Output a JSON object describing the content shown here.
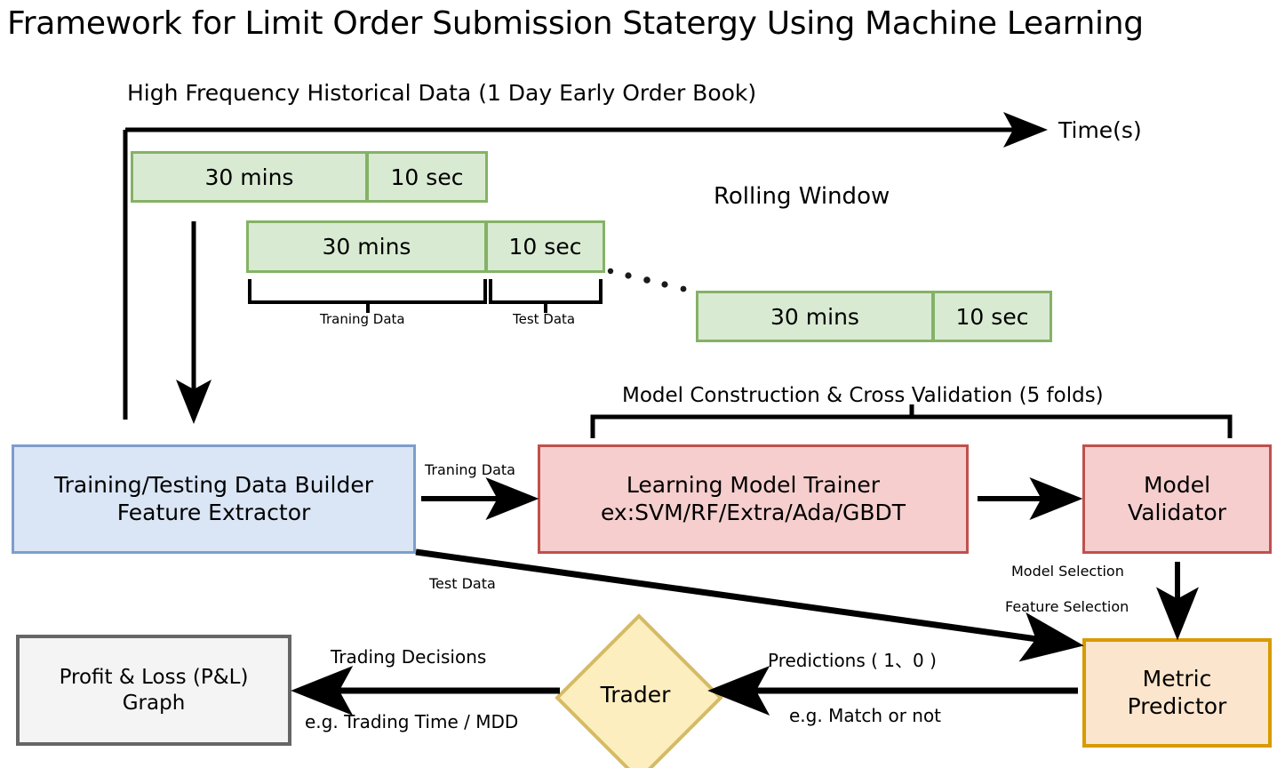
{
  "title": "Framework for Limit Order Submission Statergy Using Machine Learning",
  "timeline": {
    "data_label": "High Frequency Historical Data (1 Day Early Order Book)",
    "axis_label": "Time(s)",
    "rolling_label": "Rolling Window",
    "ellipsis": "• • • • •"
  },
  "windows": [
    {
      "train": "30 mins",
      "test": "10 sec"
    },
    {
      "train": "30 mins",
      "test": "10 sec"
    },
    {
      "train": "30 mins",
      "test": "10 sec"
    }
  ],
  "brackets": {
    "training_data": "Traning Data",
    "test_data": "Test Data",
    "model_construction": "Model Construction & Cross Validation (5 folds)"
  },
  "nodes": {
    "builder": {
      "line1": "Training/Testing Data Builder",
      "line2": "Feature Extractor"
    },
    "trainer": {
      "line1": "Learning Model Trainer",
      "line2": "ex:SVM/RF/Extra/Ada/GBDT"
    },
    "validator": {
      "line1": "Model",
      "line2": "Validator"
    },
    "metric": {
      "line1": "Metric",
      "line2": "Predictor"
    },
    "trader": {
      "label": "Trader"
    },
    "pnl": {
      "line1": "Profit & Loss (P&L)",
      "line2": "Graph"
    }
  },
  "edges": {
    "training_data": "Traning Data",
    "test_data": "Test Data",
    "model_selection": "Model Selection",
    "feature_selection": "Feature Selection",
    "predictions": "Predictions ( 1、0 )",
    "match_or_not": "e.g. Match or not",
    "trading_decisions": "Trading Decisions",
    "trading_time_mdd": "e.g. Trading Time / MDD"
  },
  "colors": {
    "window_fill": "#d9ead3",
    "window_border": "#84b265",
    "builder_fill": "#dae5f5",
    "builder_border": "#7d9ecb",
    "model_fill": "#f6cece",
    "model_border": "#c0504d",
    "metric_fill": "#fce5cd",
    "metric_border": "#d79b00",
    "trader_fill": "#fdeec0",
    "trader_border": "#d4bb65",
    "pnl_fill": "#f4f4f4",
    "pnl_border": "#666666",
    "line": "#000000"
  }
}
